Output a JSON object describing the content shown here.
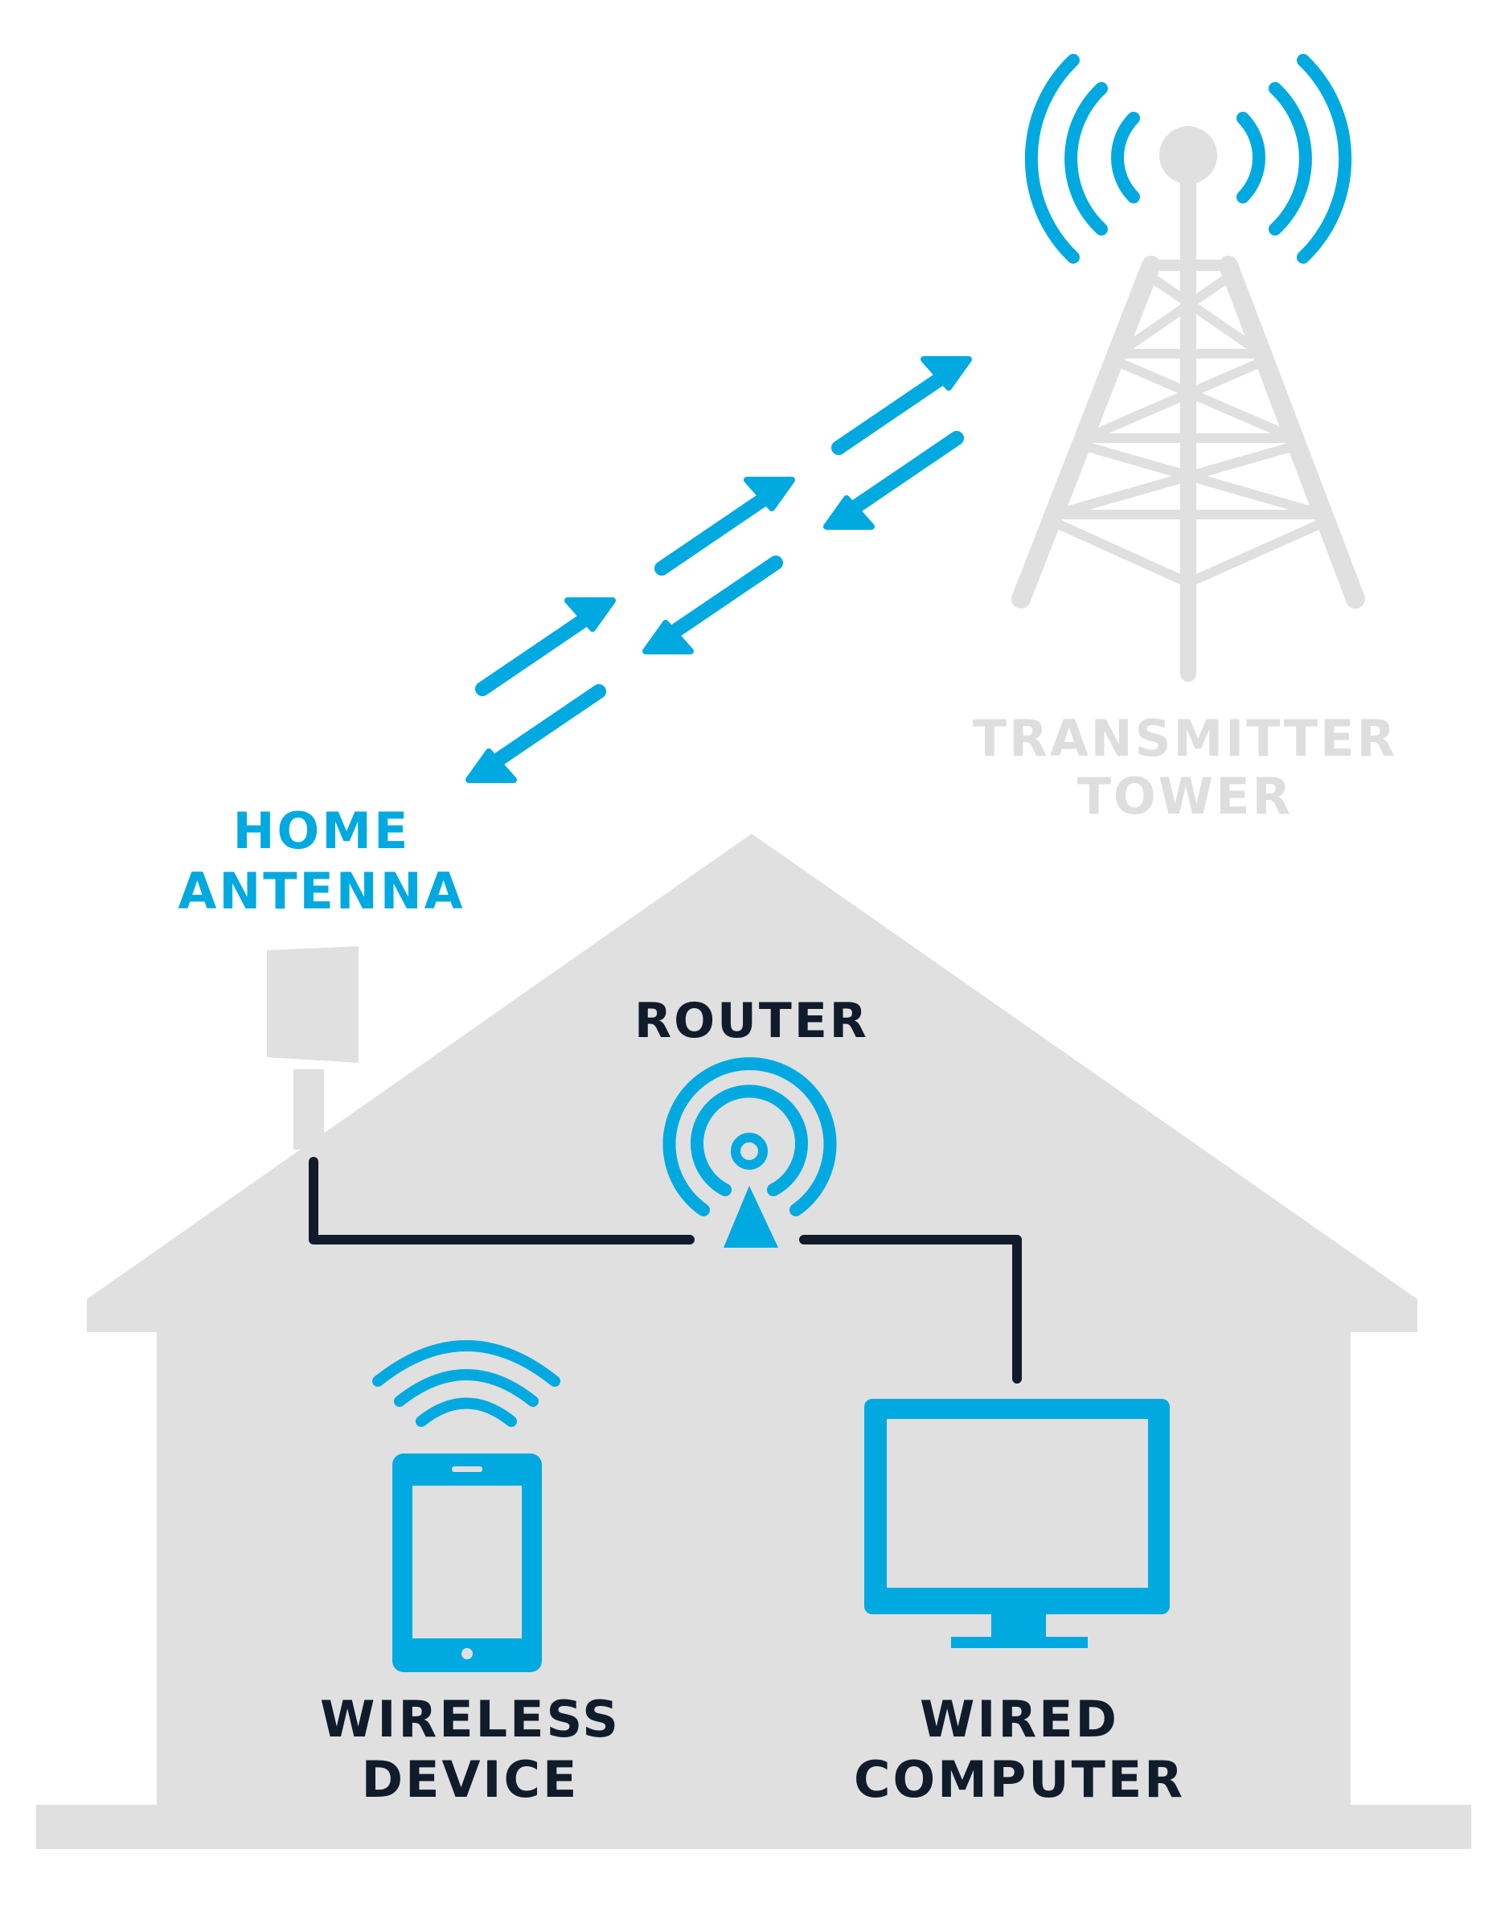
{
  "labels": {
    "home_antenna": [
      "HOME",
      "ANTENNA"
    ],
    "transmitter_tower": [
      "TRANSMITTER",
      "TOWER"
    ],
    "router": "ROUTER",
    "wireless_device": [
      "WIRELESS",
      "DEVICE"
    ],
    "wired_computer": [
      "WIRED",
      "COMPUTER"
    ]
  },
  "colors": {
    "accent_blue": "#00a9e0",
    "house_gray": "#e0e0e0",
    "tower_gray": "#e0e0e0",
    "label_gray": "#dedede",
    "cable_navy": "#101c2c",
    "background": "#ffffff"
  },
  "icons": {
    "tower": "transmitter-tower-icon",
    "antenna": "panel-antenna-icon",
    "router": "router-broadcast-icon",
    "phone": "smartphone-icon",
    "computer": "monitor-icon",
    "signal": "double-arrow-signal-icon"
  }
}
